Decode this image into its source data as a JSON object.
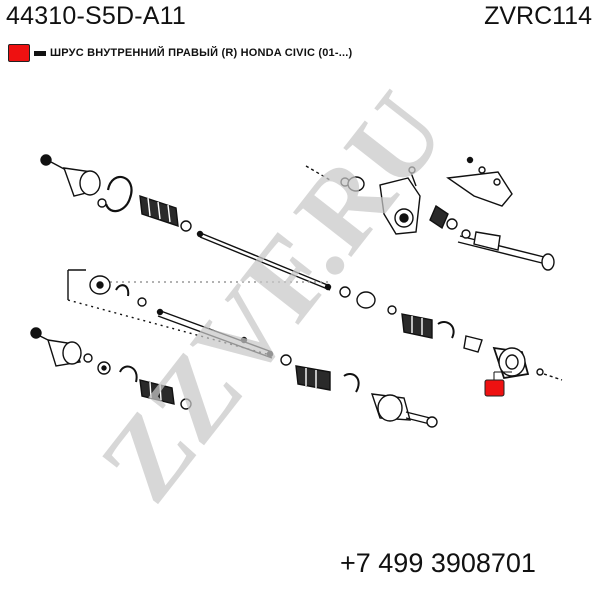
{
  "header": {
    "part_number": "44310-S5D-A11",
    "catalog_code": "ZVRC114"
  },
  "legend": {
    "color": "#ee1111",
    "text": "ШРУС ВНУТРЕННИЙ ПРАВЫЙ (R) HONDA CIVIC (01-...)"
  },
  "watermark": {
    "text": "ZZVF.RU",
    "color": "#c8c8c8"
  },
  "highlight": {
    "color": "#ee1111"
  },
  "footer": {
    "phone": "+7 499 3908701"
  }
}
